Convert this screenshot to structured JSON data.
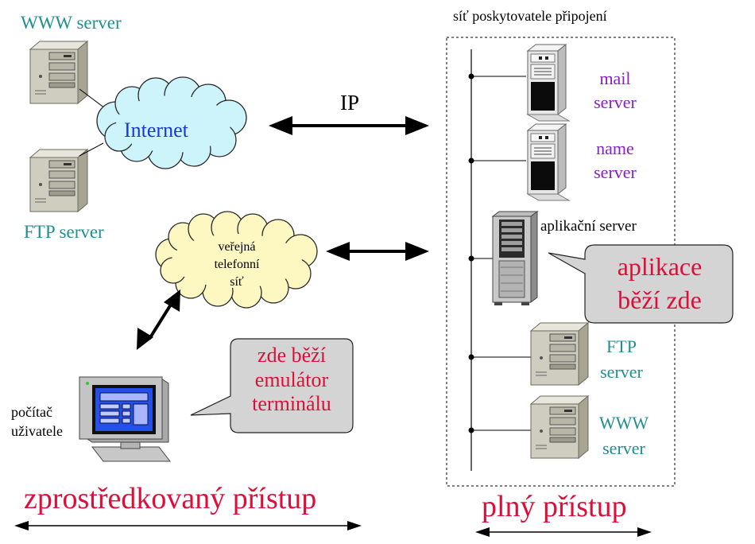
{
  "colors": {
    "teal": "#1f8f8f",
    "purple": "#8a1ec8",
    "red": "#dd0f3a",
    "blue": "#1638d8",
    "cloud_internet": "#cdf4fb",
    "cloud_phone": "#fdf7c2",
    "callout_fill": "#d4d4d4"
  },
  "left": {
    "www_server_label": "WWW server",
    "ftp_server_label": "FTP server",
    "internet_cloud_label": "Internet",
    "phone_network_lines": [
      "veřejná",
      "telefonní",
      "síť"
    ],
    "user_pc_lines": [
      "počítač",
      "uživatele"
    ],
    "emulator_callout_lines": [
      "zde běží",
      "emulátor",
      "terminálu"
    ],
    "mediated_access_label": "zprostředkovaný přístup"
  },
  "middle": {
    "ip_label": "IP"
  },
  "right": {
    "provider_network_label": "síť poskytovatele připojení",
    "mail_server_lines": [
      "mail",
      "server"
    ],
    "name_server_lines": [
      "name",
      "server"
    ],
    "app_server_label": "aplikační server",
    "app_callout_lines": [
      "aplikace",
      "běží zde"
    ],
    "ftp_server_lines": [
      "FTP",
      "server"
    ],
    "www_server_lines": [
      "WWW",
      "server"
    ],
    "full_access_label": "plný přístup"
  },
  "icons": {
    "tower_server": "server-tower-icon",
    "white_server": "white-server-icon",
    "rack_server": "rack-server-icon",
    "terminal_pc": "terminal-computer-icon",
    "cloud": "cloud-icon",
    "double_arrow": "double-arrow-icon"
  }
}
